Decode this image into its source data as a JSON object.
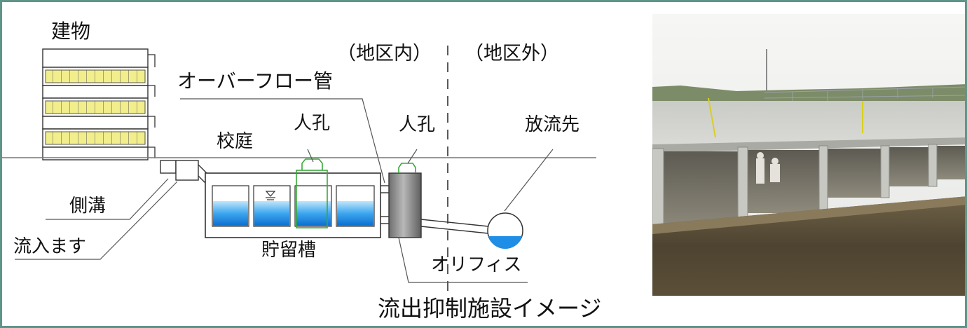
{
  "labels": {
    "building": "建物",
    "inside_district": "（地区内）",
    "outside_district": "（地区外）",
    "overflow_pipe": "オーバーフロー管",
    "manhole_left": "人孔",
    "manhole_right": "人孔",
    "discharge": "放流先",
    "schoolyard": "校庭",
    "side_ditch": "側溝",
    "inlet": "流入ます",
    "storage_tank": "貯留槽",
    "orifice": "オリフィス",
    "caption": "流出抑制施設イメージ"
  },
  "colors": {
    "frame_border": "#5f9489",
    "water": "#1e8ee6",
    "manhole": "#3aa83a",
    "floor_band": "#f2ee8c"
  },
  "icons": {
    "water_level": "water-level-symbol"
  }
}
